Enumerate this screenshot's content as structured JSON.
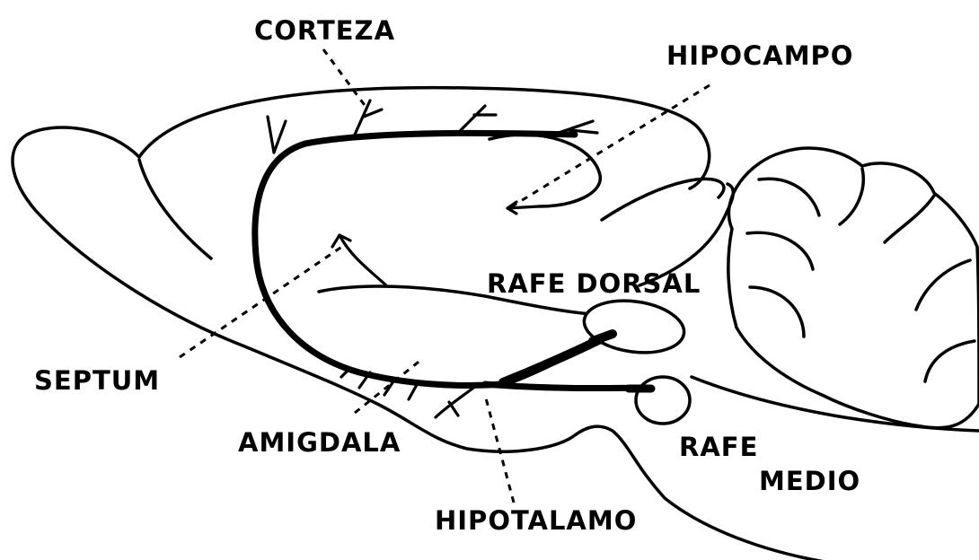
{
  "labels": {
    "corteza": "CORTEZA",
    "hipocampo": "HIPOCAMPO",
    "rafe_dorsal": "RAFE DORSAL",
    "septum": "SEPTUM",
    "amigdala": "AMIGDALA",
    "rafe": "RAFE",
    "medio": "MEDIO",
    "hipotalamo": "HIPOTALAMO"
  },
  "colors": {
    "ink": "#000000",
    "background": "#ffffff"
  }
}
